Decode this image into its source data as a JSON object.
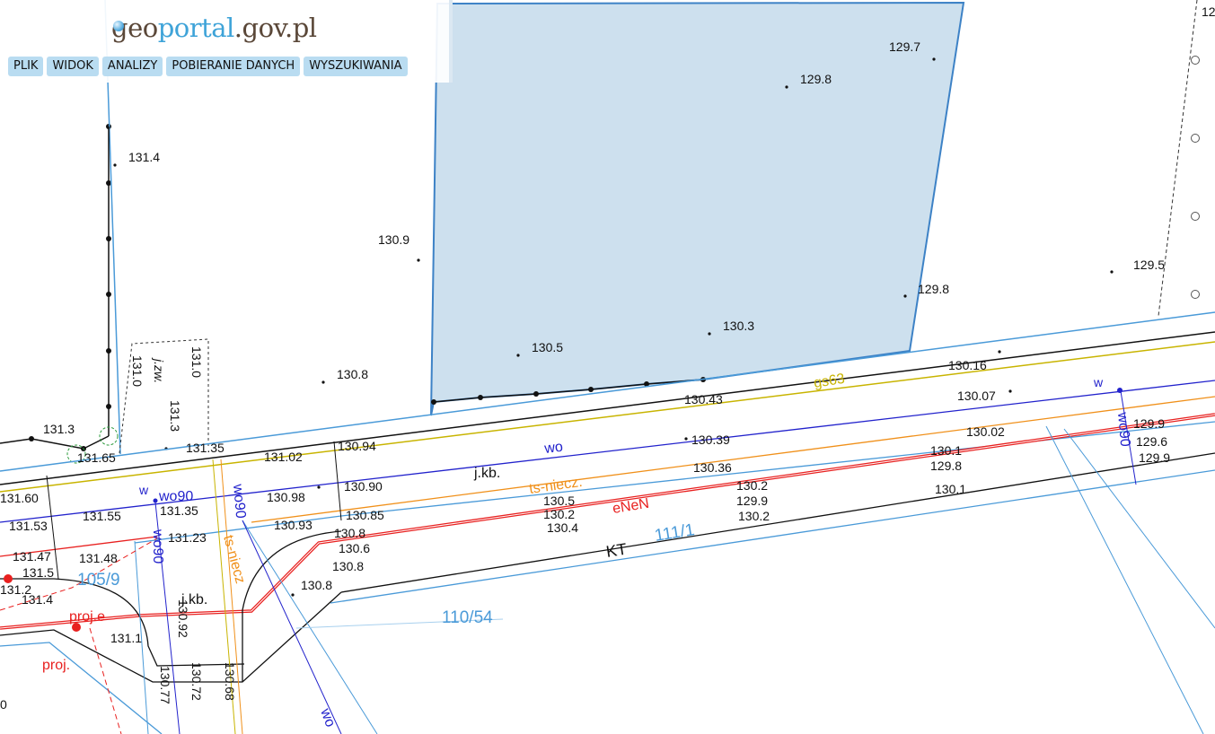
{
  "header": {
    "logo": {
      "part1": "geo",
      "part2": "portal",
      "part3": ".gov.pl"
    },
    "menu": [
      "PLIK",
      "WIDOK",
      "ANALIZY",
      "POBIERANIE DANYCH",
      "WYSZUKIWANIA"
    ]
  },
  "map": {
    "elevations": [
      "129.7",
      "129.8",
      "131.4",
      "130.9",
      "129.5",
      "129.8",
      "130.3",
      "130.5",
      "130.8",
      "130.16",
      "130.43",
      "130.07",
      "131.3",
      "131.35",
      "131.02",
      "130.94",
      "130.39",
      "130.02",
      "129.9",
      "129.6",
      "129.9",
      "130.1",
      "129.8",
      "130.1",
      "131.65",
      "131.60",
      "130.98",
      "130.90",
      "130.36",
      "130.2",
      "129.9",
      "130.2",
      "131.55",
      "131.53",
      "131.35",
      "130.93",
      "130.85",
      "130.5",
      "130.2",
      "130.4",
      "131.23",
      "130.8",
      "130.6",
      "130.8",
      "131.47",
      "131.48",
      "131.5",
      "131.2",
      "131.4",
      "130.8",
      "131.1",
      "130.92",
      "130.77",
      "130.72",
      "130.68",
      "131.0",
      "131.0",
      "131.3",
      "12",
      "0"
    ],
    "labels": {
      "jzw": "j.zw.",
      "jkb1": "j.kb.",
      "jkb2": "j.kb.",
      "kt": "KT",
      "parcel_111_1": "111/1",
      "parcel_105_9": "105/9",
      "parcel_110_54": "110/54",
      "gs63": "gs63",
      "wo": "wo",
      "ts1": "ts-niecz.",
      "ts2": "ts-niecz",
      "enen": "eNeN",
      "w1": "w",
      "w2": "w",
      "wo90a": "wo90",
      "wo90b": "wo90",
      "wo90c": "wo90",
      "wo90d": "wo90",
      "wo_bottom": "wo",
      "proje": "proj.e",
      "proj": "proj."
    },
    "colors": {
      "parcel": "#4a9ad8",
      "water": "#2222cc",
      "sewer": "#f0901a",
      "power": "#e8201f",
      "gas": "#c8b400",
      "highlight": "#cde0ee"
    }
  }
}
